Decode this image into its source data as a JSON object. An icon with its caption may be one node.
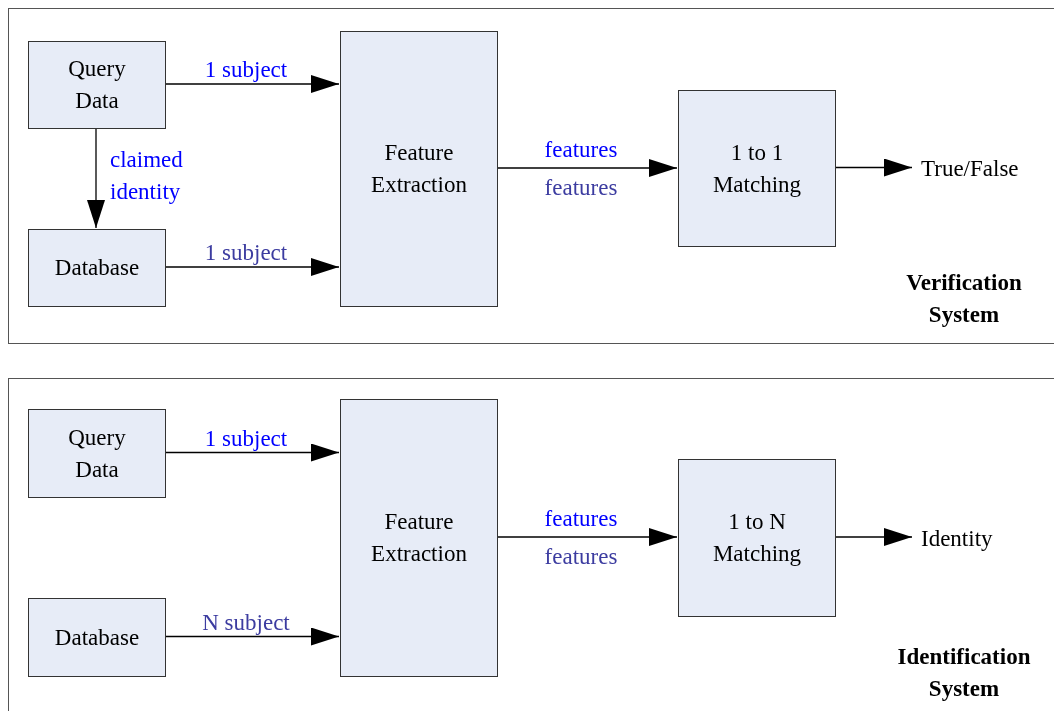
{
  "diagram": {
    "nodes": [
      {
        "text": [
          "Verification System"
        ]
      },
      {
        "text": [
          "Query Data"
        ],
        "in": 0
      },
      {
        "text": [
          "Database"
        ],
        "in": 0
      },
      {
        "text": [
          "Feature Extraction"
        ],
        "in": 0
      },
      {
        "text": [
          "1 to 1 Matching"
        ],
        "in": 0
      },
      {
        "text": [
          "True/False"
        ],
        "in": 0
      },
      {
        "text": [
          "Identification System"
        ]
      },
      {
        "text": [
          "Query Data"
        ],
        "in": 6
      },
      {
        "text": [
          "Database"
        ],
        "in": 6
      },
      {
        "text": [
          "Feature Extraction"
        ],
        "in": 6
      },
      {
        "text": [
          "1 to N Matching"
        ],
        "in": 6
      },
      {
        "text": [
          "Identity"
        ],
        "in": 6
      }
    ],
    "edges": [
      {
        "from": 1,
        "to": 3,
        "arrow": "to",
        "label": "1 subject"
      },
      {
        "from": 1,
        "to": 2,
        "arrow": "to",
        "label": "claimed identity"
      },
      {
        "from": 2,
        "to": 3,
        "arrow": "to",
        "label": "1 subject"
      },
      {
        "from": 3,
        "to": 4,
        "arrow": "to",
        "label": "features"
      },
      {
        "from": 4,
        "to": 5,
        "arrow": "to"
      },
      {
        "from": 7,
        "to": 9,
        "arrow": "to",
        "label": "1 subject"
      },
      {
        "from": 8,
        "to": 9,
        "arrow": "to",
        "label": "N subject"
      },
      {
        "from": 9,
        "to": 10,
        "arrow": "to",
        "label": "features"
      },
      {
        "from": 10,
        "to": 11,
        "arrow": "to"
      }
    ],
    "labels": [
      "features",
      "features"
    ]
  }
}
